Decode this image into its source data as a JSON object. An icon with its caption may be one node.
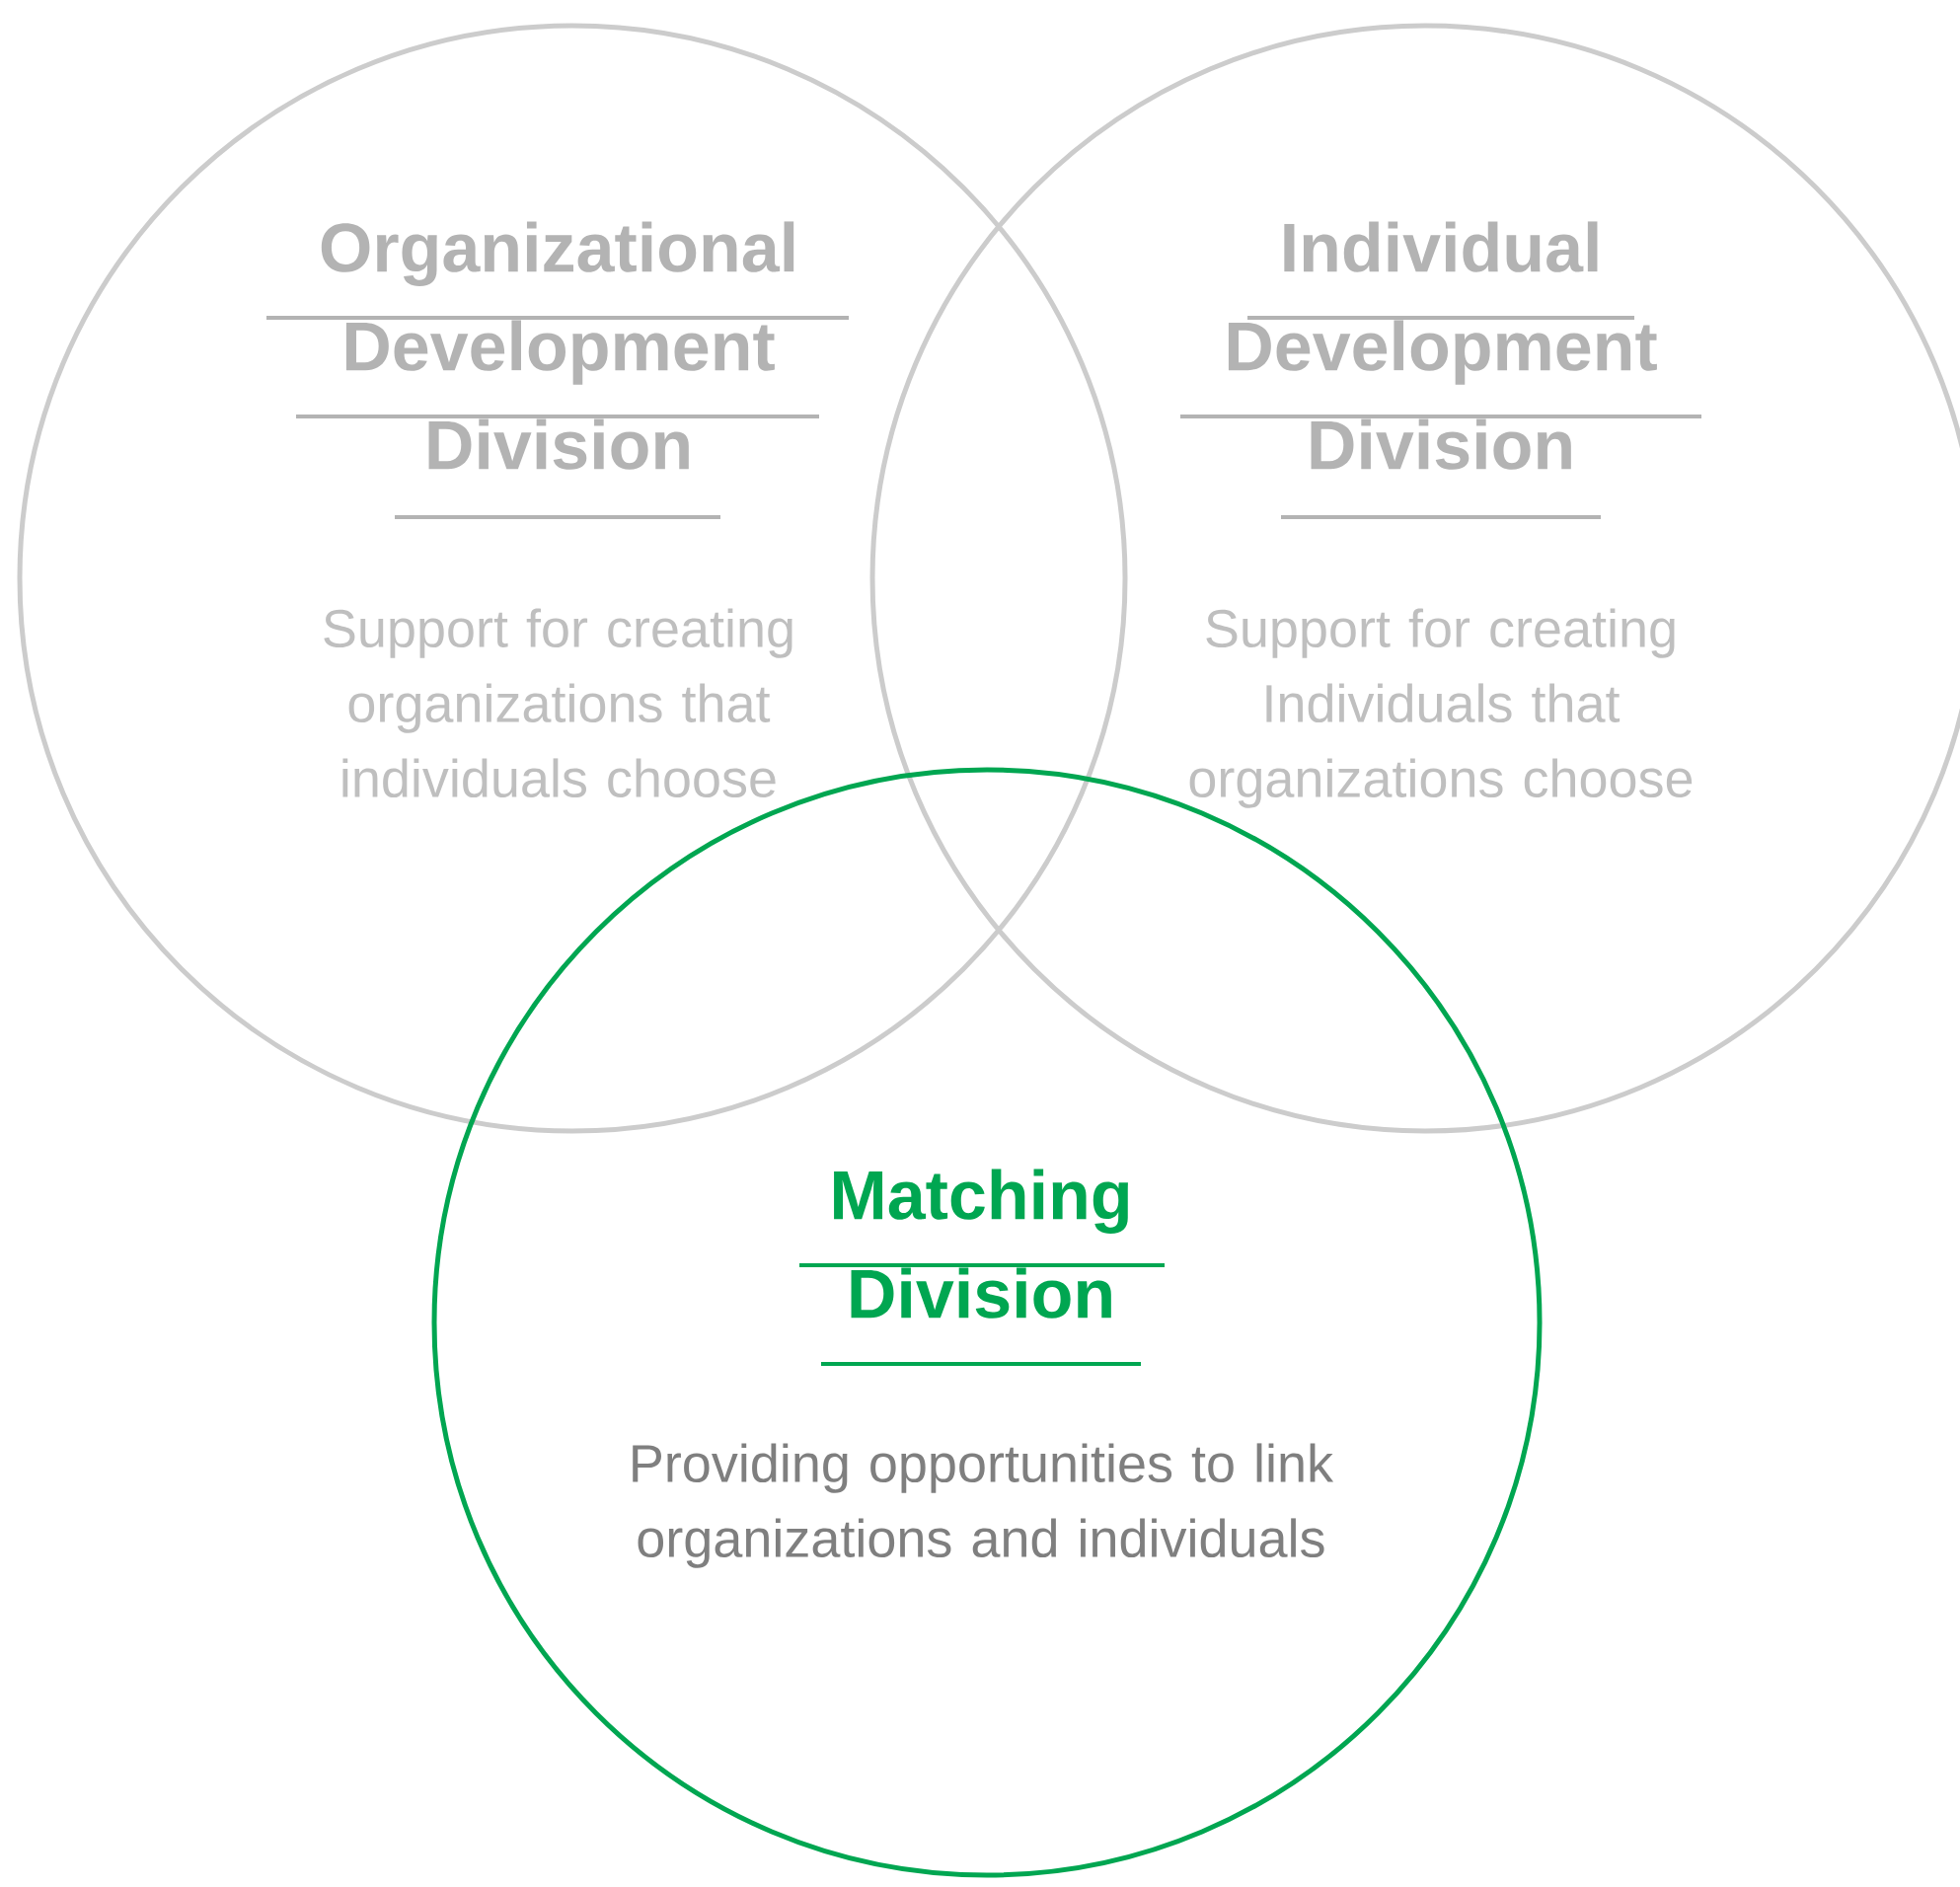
{
  "diagram": {
    "nodes": [
      {
        "text": [
          "Organizational Development Division",
          "Support for creating organizations that individuals choose"
        ]
      },
      {
        "text": [
          "Individual Development Division",
          "Support for creating Individuals that organizations choose"
        ]
      },
      {
        "text": [
          "Matching Division",
          "Providing opportunities to link organizations and individuals"
        ]
      }
    ],
    "edges": []
  }
}
